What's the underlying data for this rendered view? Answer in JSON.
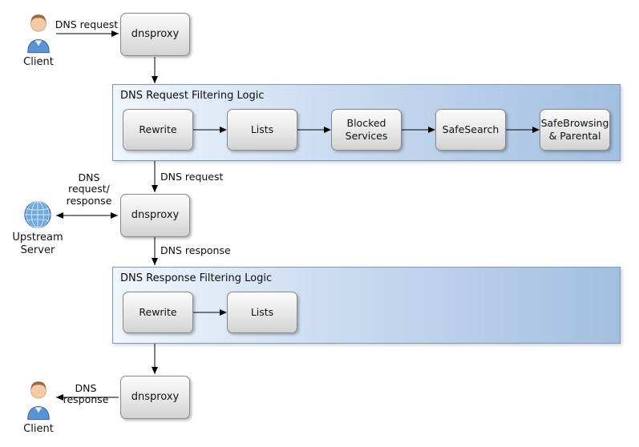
{
  "nodes": {
    "client_top": {
      "label": "Client"
    },
    "dnsproxy_top": {
      "label": "dnsproxy"
    },
    "upstream": {
      "label": "Upstream Server"
    },
    "dnsproxy_mid": {
      "label": "dnsproxy"
    },
    "dnsproxy_bottom": {
      "label": "dnsproxy"
    },
    "client_bottom": {
      "label": "Client"
    }
  },
  "containers": {
    "request": {
      "title": "DNS Request Filtering Logic",
      "steps": [
        "Rewrite",
        "Lists",
        "Blocked Services",
        "SafeSearch",
        "SafeBrowsing & Parental"
      ]
    },
    "response": {
      "title": "DNS Response Filtering Logic",
      "steps": [
        "Rewrite",
        "Lists"
      ]
    }
  },
  "edge_labels": {
    "client_to_dnsproxy": "DNS request",
    "request_logic_to_dnsproxy": "DNS request",
    "upstream_exchange": "DNS request/ response",
    "dnsproxy_to_response_logic": "DNS response",
    "dnsproxy_to_client": "DNS response"
  },
  "colors": {
    "node_top": "#fcfcfc",
    "node_bottom": "#d2d2d2",
    "node_border": "#898989",
    "panel_left": "#f1f6fc",
    "panel_right": "#a3bfe0",
    "panel_border": "#7e99b8",
    "arrow": "#000000"
  }
}
